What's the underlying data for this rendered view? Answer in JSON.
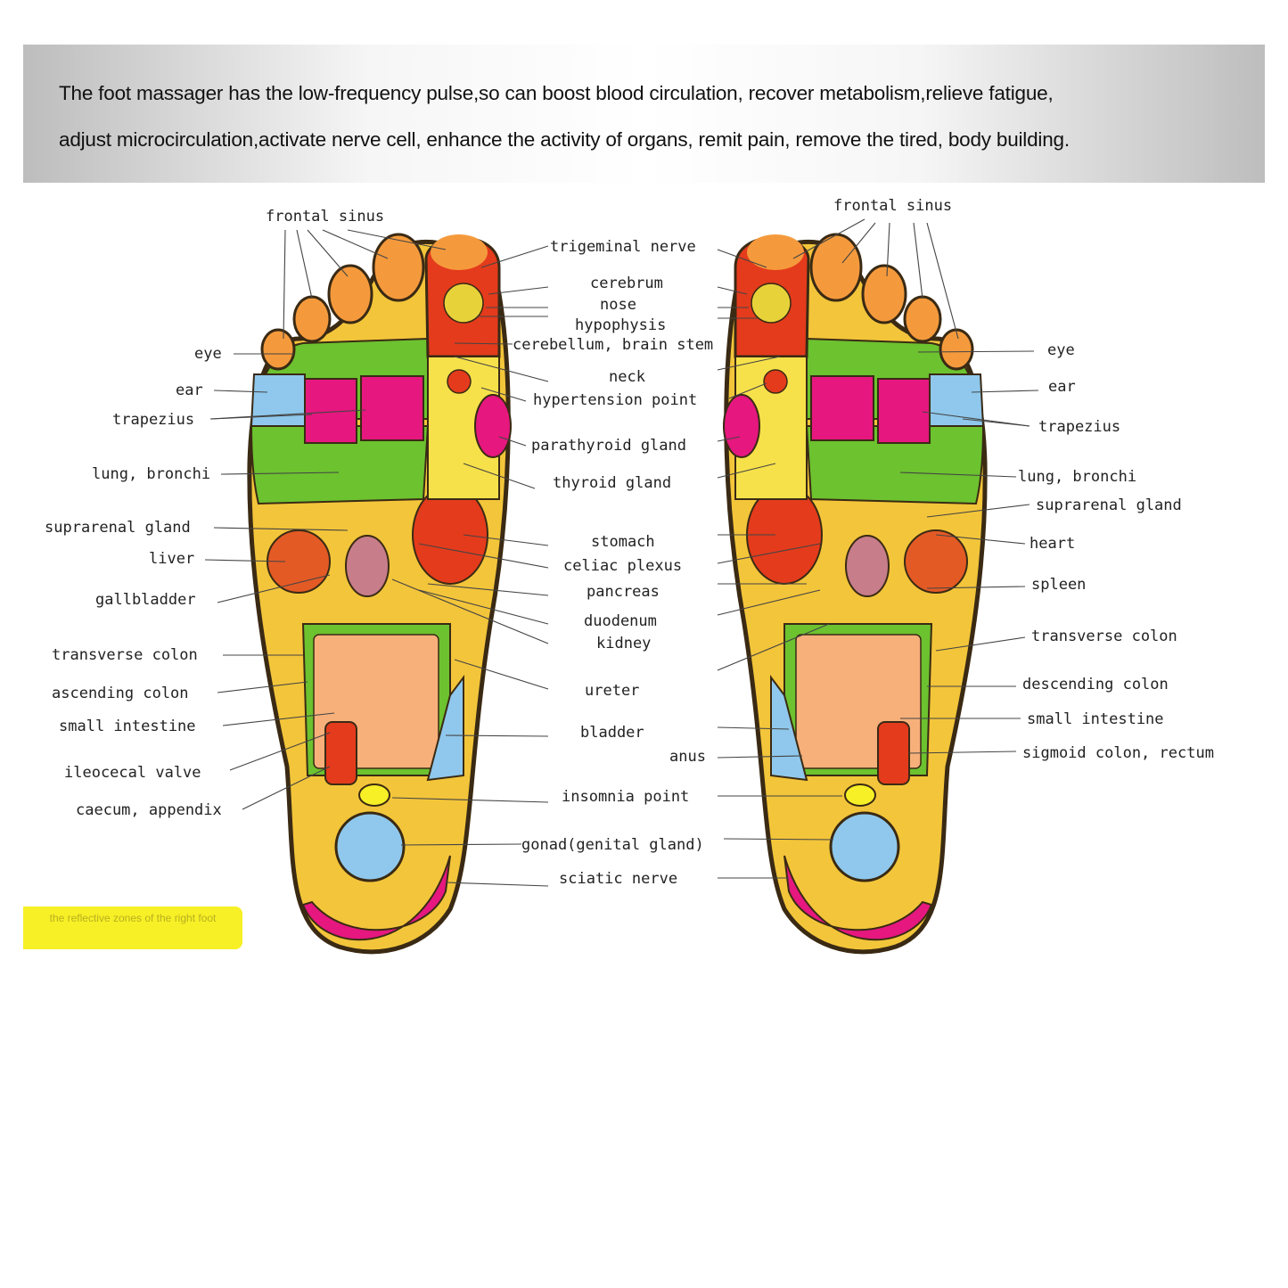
{
  "banner": {
    "line1": "The foot massager has the low-frequency pulse,so can boost blood circulation, recover metabolism,relieve fatigue,",
    "line2": "adjust microcirculation,activate nerve cell, enhance the activity of organs, remit pain, remove the tired, body building."
  },
  "caption": "the reflective zones of the right foot",
  "labels": {
    "left": [
      "frontal sinus",
      "eye",
      "ear",
      "trapezius",
      "lung, bronchi",
      "suprarenal gland",
      "liver",
      "gallbladder",
      "transverse colon",
      "ascending colon",
      "small intestine",
      "ileocecal valve",
      "caecum, appendix"
    ],
    "center": [
      "trigeminal nerve",
      "cerebrum",
      "nose",
      "hypophysis",
      "cerebellum, brain stem",
      "neck",
      "hypertension point",
      "parathyroid gland",
      "thyroid gland",
      "stomach",
      "celiac plexus",
      "pancreas",
      "duodenum",
      "kidney",
      "ureter",
      "bladder",
      "anus",
      "insomnia point",
      "gonad(genital gland)",
      "sciatic nerve"
    ],
    "right": [
      "frontal sinus",
      "eye",
      "ear",
      "trapezius",
      "lung, bronchi",
      "suprarenal gland",
      "heart",
      "spleen",
      "transverse colon",
      "descending colon",
      "small intestine",
      "sigmoid colon, rectum"
    ]
  },
  "zone_colors": {
    "sole": "#f3c53a",
    "toe": "#f59a3c",
    "green": "#6cc22f",
    "magenta": "#e6177f",
    "blue": "#8fc8ec",
    "red": "#e43b1c",
    "outline": "#3a2a14",
    "caption_bg": "#f7f026"
  }
}
